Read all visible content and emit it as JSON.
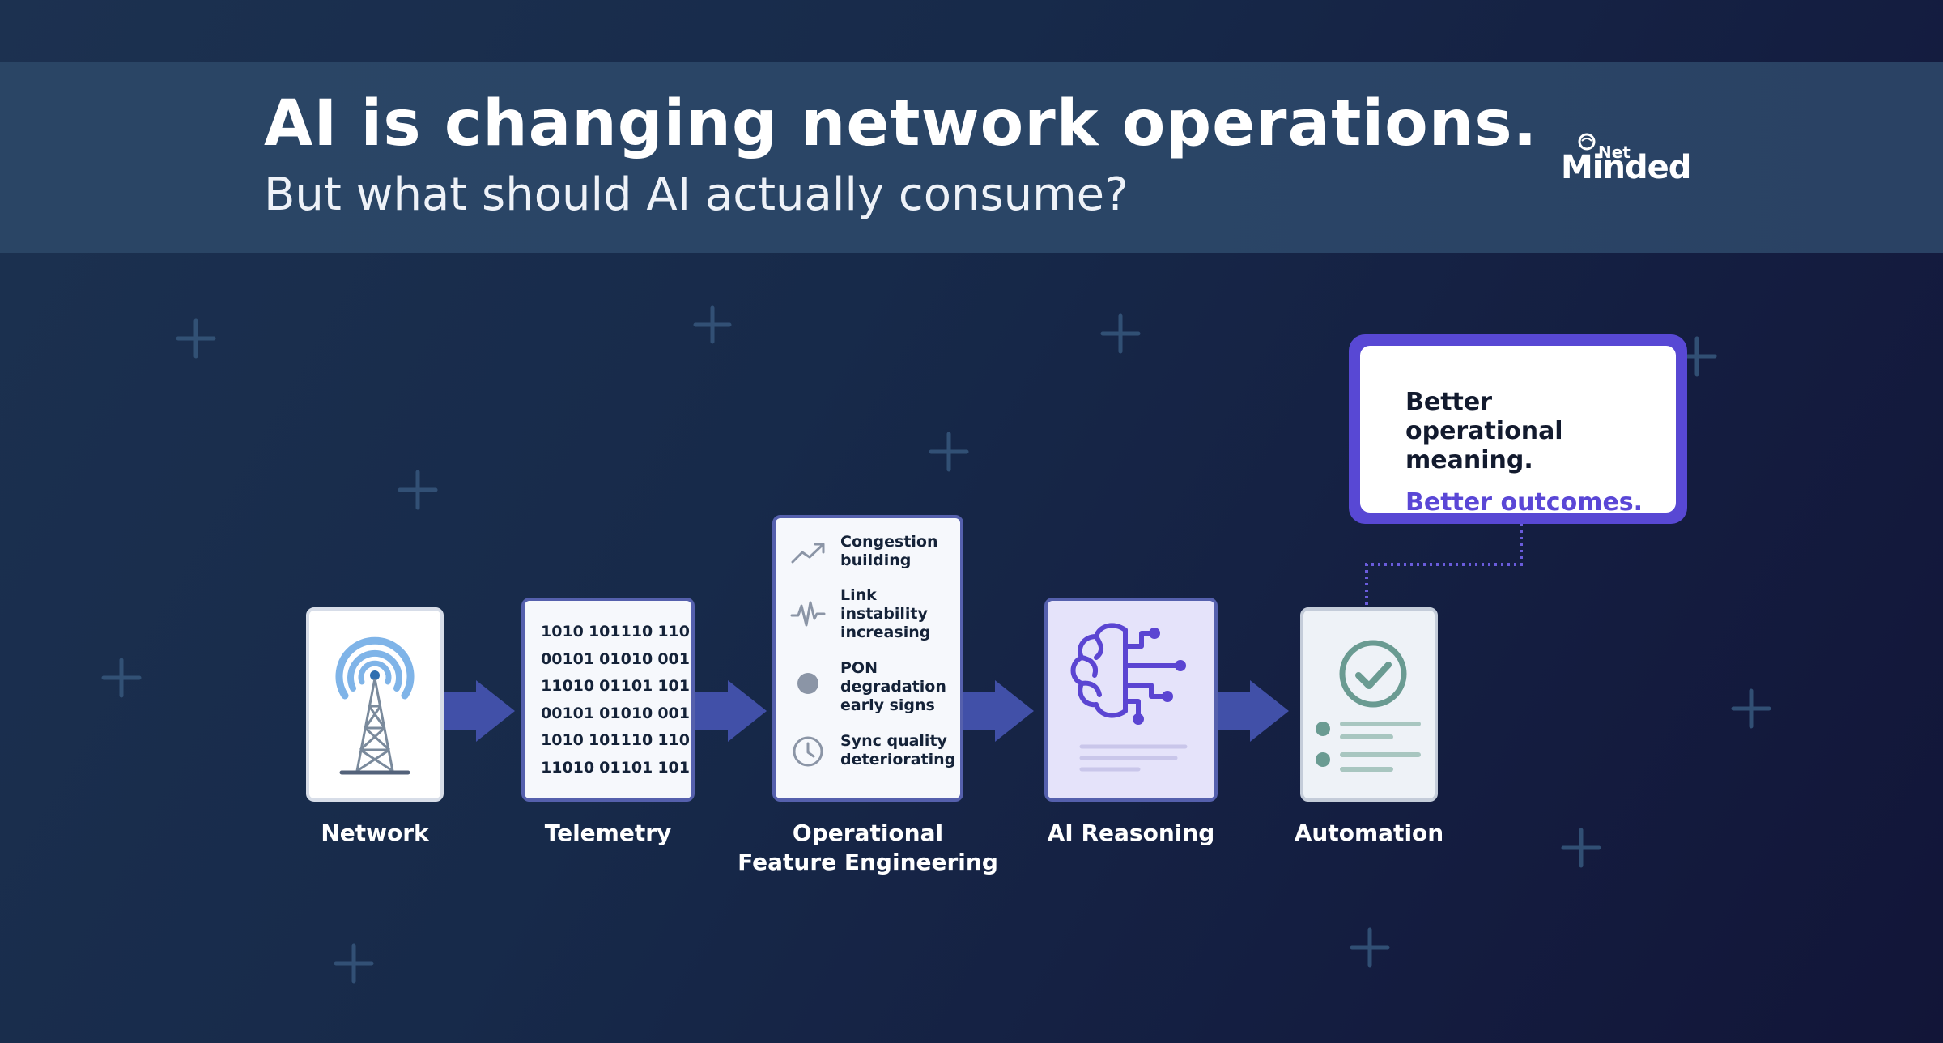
{
  "header": {
    "title": "AI is changing network operations.",
    "subtitle": "But what should AI actually consume?",
    "logo": {
      "small": "Net",
      "large": "Minded"
    }
  },
  "pipeline": {
    "stages": [
      {
        "id": "network",
        "label": "Network",
        "icon": "radio-tower-icon"
      },
      {
        "id": "telemetry",
        "label": "Telemetry",
        "icon": "binary-data-icon"
      },
      {
        "id": "feature-engineering",
        "label": "Operational Feature Engineering",
        "label_lines": [
          "Operational",
          "Feature Engineering"
        ]
      },
      {
        "id": "ai-reasoning",
        "label": "AI Reasoning",
        "icon": "circuit-brain-icon"
      },
      {
        "id": "automation",
        "label": "Automation",
        "icon": "checklist-icon"
      }
    ],
    "telemetry_bits": [
      [
        "1010",
        "101110",
        "110"
      ],
      [
        "00101",
        "01010",
        "001"
      ],
      [
        "11010",
        "01101",
        "101"
      ],
      [
        "00101",
        "01010",
        "001"
      ],
      [
        "1010",
        "101110",
        "110"
      ],
      [
        "11010",
        "01101",
        "101"
      ]
    ],
    "features": [
      {
        "text": "Congestion building",
        "lines": [
          "Congestion",
          "building"
        ],
        "icon": "trend-up-icon"
      },
      {
        "text": "Link instability increasing",
        "lines": [
          "Link",
          "instability",
          "increasing"
        ],
        "icon": "pulse-icon"
      },
      {
        "text": "PON degradation early signs",
        "lines": [
          "PON",
          "degradation",
          "early signs"
        ],
        "icon": "dot-icon"
      },
      {
        "text": "Sync quality deteriorating",
        "lines": [
          "Sync quality",
          "deteriorating"
        ],
        "icon": "clock-icon"
      }
    ]
  },
  "callout": {
    "line1": "Better operational meaning.",
    "line1_parts": [
      "Better operational",
      "meaning."
    ],
    "line2": "Better outcomes."
  },
  "colors": {
    "background": "#172a4a",
    "banner": "#2a4565",
    "box_border": "#5560ad",
    "arrow": "#4150a8",
    "callout_accent": "#5848d4",
    "highlight_text": "#5a47d6",
    "check_green": "#6a9b92"
  }
}
